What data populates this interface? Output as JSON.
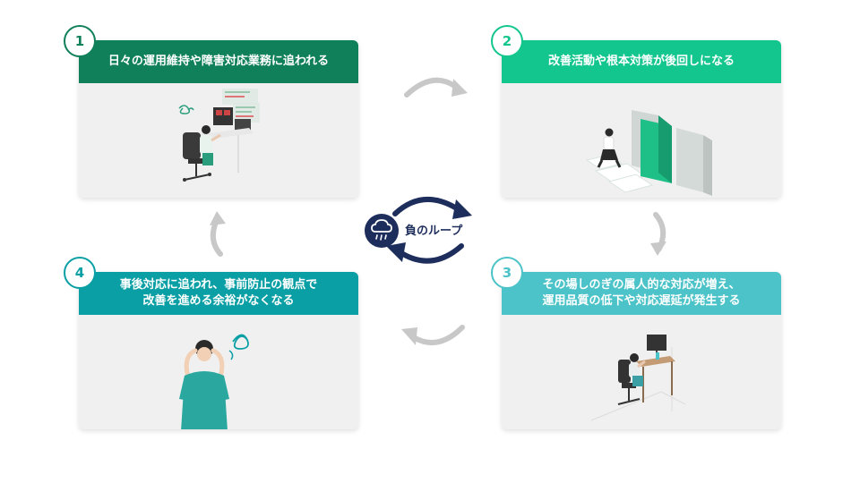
{
  "center": {
    "label": "負のループ",
    "icon": "cloud-rain-icon",
    "color": "#1d2d5c"
  },
  "steps": [
    {
      "number": "1",
      "lines": [
        "日々の運用維持や障害対応業務に追われる"
      ],
      "color": "#10805a"
    },
    {
      "number": "2",
      "lines": [
        "改善活動や根本対策が後回しになる"
      ],
      "color": "#12c68e"
    },
    {
      "number": "3",
      "lines": [
        "その場しのぎの属人的な対応が増え、",
        "運用品質の低下や対応遅延が発生する"
      ],
      "color": "#4bc3c8"
    },
    {
      "number": "4",
      "lines": [
        "事後対応に追われ、事前防止の観点で",
        "改善を進める余裕がなくなる"
      ],
      "color": "#0a9fa5"
    }
  ],
  "flow_arrow_color": "#c8c8c8"
}
